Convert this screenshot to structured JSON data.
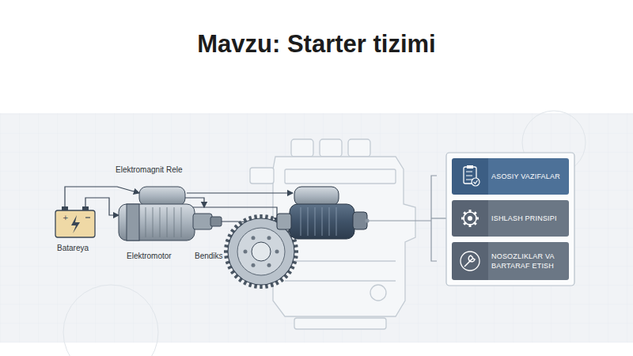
{
  "diagram": {
    "title": "Mavzu: Starter tizimi",
    "nodes": [
      {
        "text": [
          "ASOSIY VAZIFALAR"
        ]
      },
      {
        "text": [
          "ISHLASH PRINSIPI"
        ]
      },
      {
        "text": [
          "NOSOZLIKLAR VA BARTARAF ETISH"
        ]
      }
    ],
    "labels": [
      "Elektromagnit Rele",
      "Batareya",
      "Elektromotor",
      "Bendiks"
    ]
  }
}
